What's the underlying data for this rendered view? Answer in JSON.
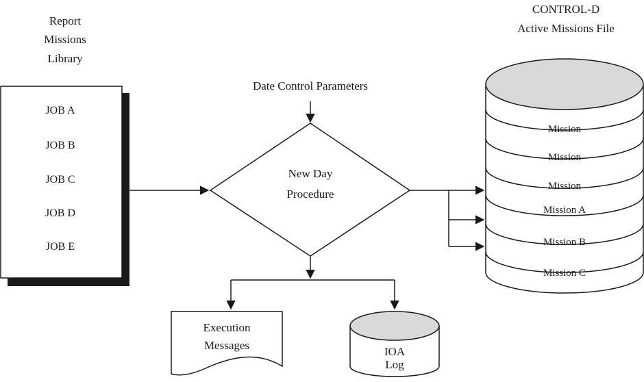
{
  "library": {
    "title_lines": [
      "Report",
      "Missions",
      "Library"
    ],
    "jobs": [
      "JOB  A",
      "JOB  B",
      "JOB  C",
      "JOB  D",
      "JOB  E"
    ]
  },
  "parameters": {
    "label": "Date Control Parameters"
  },
  "procedure": {
    "label_lines": [
      "New Day",
      "Procedure"
    ]
  },
  "active_file": {
    "title_lines": [
      "CONTROL-D",
      "Active Missions File"
    ],
    "records": [
      "Mission",
      "Mission",
      "Mission",
      "Mission A",
      "Mission B",
      "Mission C"
    ],
    "top_fill": "#d9d9d9"
  },
  "messages": {
    "label_lines": [
      "Execution",
      "Messages"
    ]
  },
  "log": {
    "label_lines": [
      "IOA",
      "Log"
    ],
    "top_fill": "#d9d9d9"
  }
}
